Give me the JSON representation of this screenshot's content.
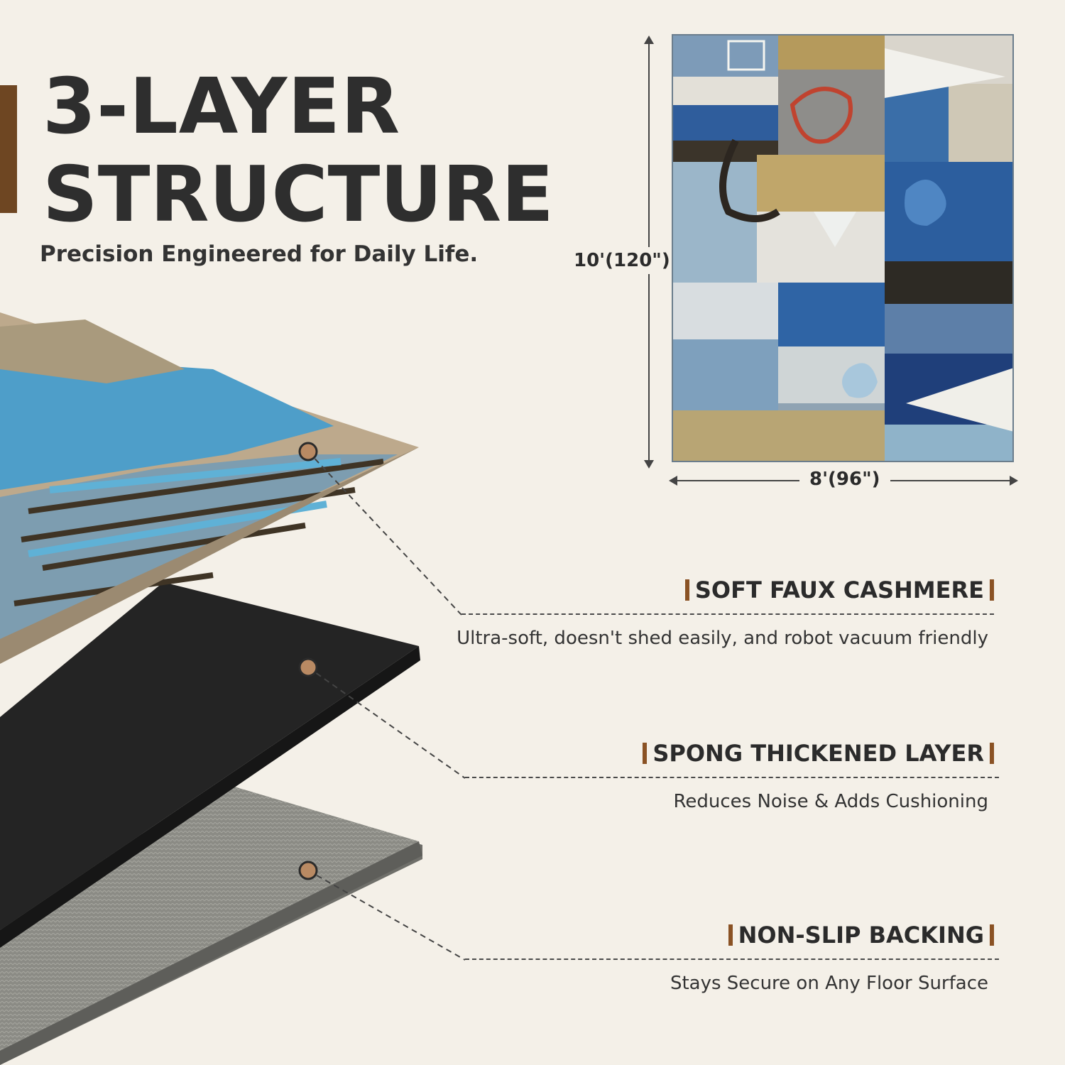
{
  "header": {
    "title_line1": "3-LAYER",
    "title_line2": "STRUCTURE",
    "subtitle": "Precision Engineered for Daily Life."
  },
  "dimensions": {
    "height": "10'(120\")",
    "width": "8'(96\")"
  },
  "layers": [
    {
      "title": "SOFT FAUX CASHMERE",
      "description": "Ultra-soft, doesn't shed easily, and robot vacuum friendly"
    },
    {
      "title": "SPONG THICKENED LAYER",
      "description": "Reduces Noise & Adds Cushioning"
    },
    {
      "title": "NON-SLIP BACKING",
      "description": "Stays Secure on Any Floor Surface"
    }
  ],
  "colors": {
    "accent": "#8a5224",
    "background": "#f4f0e8",
    "marker": "#b98a63"
  }
}
